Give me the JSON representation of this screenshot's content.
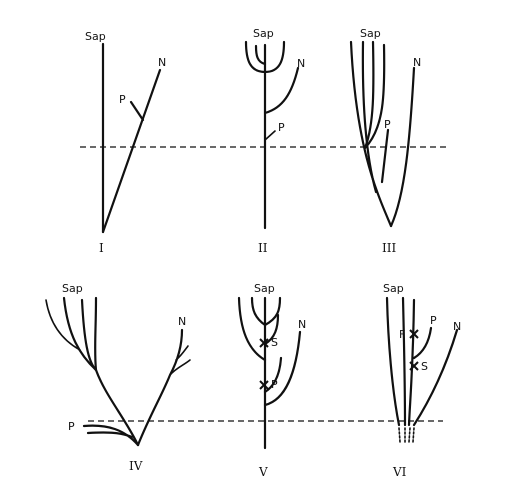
{
  "panels": [
    {
      "numeral": "I",
      "labels": {
        "sap": "Sap",
        "n": "N",
        "p": "P"
      }
    },
    {
      "numeral": "II",
      "labels": {
        "sap": "Sap",
        "n": "N",
        "p": "P"
      }
    },
    {
      "numeral": "III",
      "labels": {
        "sap": "Sap",
        "n": "N",
        "p": "P"
      }
    },
    {
      "numeral": "IV",
      "labels": {
        "sap": "Sap",
        "n": "N",
        "p": "P"
      }
    },
    {
      "numeral": "V",
      "labels": {
        "sap": "Sap",
        "n": "N",
        "p": "P",
        "s": "S"
      }
    },
    {
      "numeral": "VI",
      "labels": {
        "sap": "Sap",
        "n": "N",
        "p": "P",
        "f": "F",
        "s": "S"
      }
    }
  ]
}
